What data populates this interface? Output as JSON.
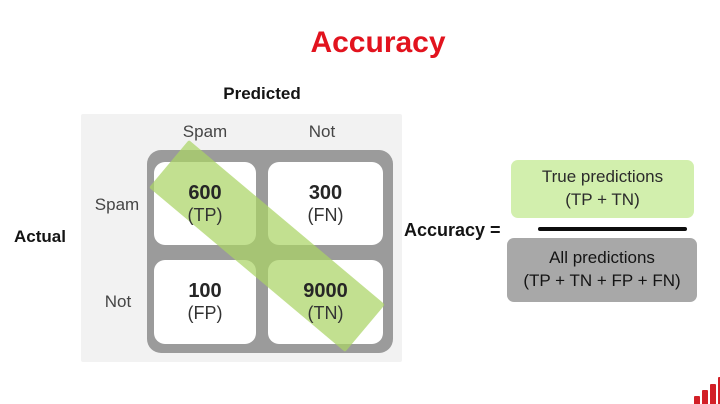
{
  "slide": {
    "title": "Accuracy"
  },
  "matrix": {
    "predicted_label": "Predicted",
    "actual_label": "Actual",
    "col_headers": [
      "Spam",
      "Not"
    ],
    "row_headers": [
      "Spam",
      "Not"
    ],
    "cells": [
      {
        "value": "600",
        "code": "(TP)"
      },
      {
        "value": "300",
        "code": "(FN)"
      },
      {
        "value": "100",
        "code": "(FP)"
      },
      {
        "value": "9000",
        "code": "(TN)"
      }
    ]
  },
  "formula": {
    "lhs": "Accuracy =",
    "numerator": {
      "line1": "True predictions",
      "line2": "(TP + TN)"
    },
    "denominator": {
      "line1": "All predictions",
      "line2": "(TP + TN + FP + FN)"
    }
  },
  "colors": {
    "title_red": "#e2131e",
    "logo_red": "#d22027",
    "band_green": "#abd465",
    "numerator_green": "#d2efad",
    "denominator_gray": "#a8a8a8",
    "matrix_gray": "#9b9b9b",
    "panel_gray": "#f2f2f2"
  }
}
